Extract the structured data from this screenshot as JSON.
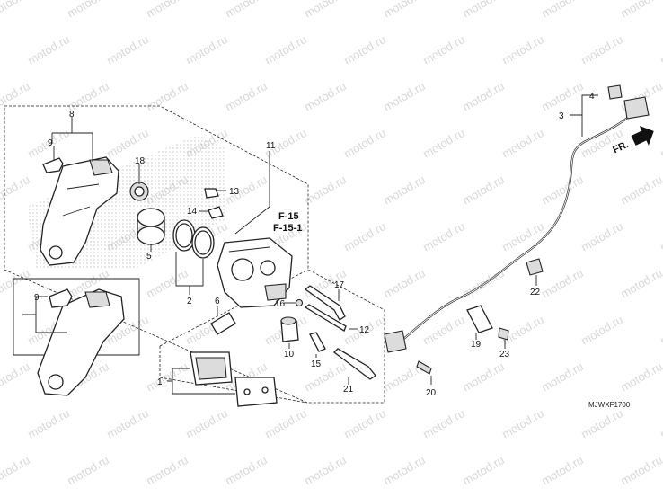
{
  "watermark": {
    "text": "motod.ru"
  },
  "callouts": {
    "c1": "1",
    "c2": "2",
    "c3": "3",
    "c4": "4",
    "c5": "5",
    "c6": "6",
    "c8": "8",
    "c9a": "9",
    "c9b": "9",
    "c10": "10",
    "c11": "11",
    "c12": "12",
    "c13": "13",
    "c14": "14",
    "c15": "15",
    "c16": "16",
    "c17": "17",
    "c18": "18",
    "c19": "19",
    "c20": "20",
    "c21": "21",
    "c22": "22",
    "c23": "23"
  },
  "refs": {
    "f15": "F-15",
    "f151": "F-15-1"
  },
  "direction_label": "FR.",
  "diagram_code": "MJWXF1700"
}
